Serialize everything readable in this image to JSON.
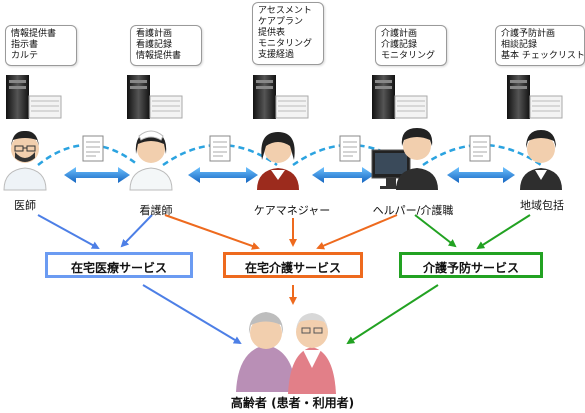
{
  "colors": {
    "blue": "#4d7fe6",
    "orange": "#ee6a1e",
    "green": "#22a222",
    "double_arrow": "#1f86d8",
    "dash_arc": "#2ba3e0"
  },
  "roles": [
    {
      "label": "医師",
      "docs": [
        "情報提供書",
        "指示書",
        "カルテ"
      ]
    },
    {
      "label": "看護師",
      "docs": [
        "看護計画",
        "看護記録",
        "情報提供書"
      ]
    },
    {
      "label": "ケアマネジャー",
      "docs": [
        "アセスメント",
        "ケアプラン",
        "提供表",
        "モニタリング",
        "支援経過"
      ]
    },
    {
      "label": "ヘルパー/介護職",
      "docs": [
        "介護計画",
        "介護記録",
        "モニタリング"
      ]
    },
    {
      "label": "地域包括",
      "docs": [
        "介護予防計画",
        "相談記録",
        "基本 チェックリスト"
      ]
    }
  ],
  "services": [
    {
      "label": "在宅医療サービス"
    },
    {
      "label": "在宅介護サービス"
    },
    {
      "label": "介護予防サービス"
    }
  ],
  "bottom_label": "高齢者 (患者・利用者)"
}
